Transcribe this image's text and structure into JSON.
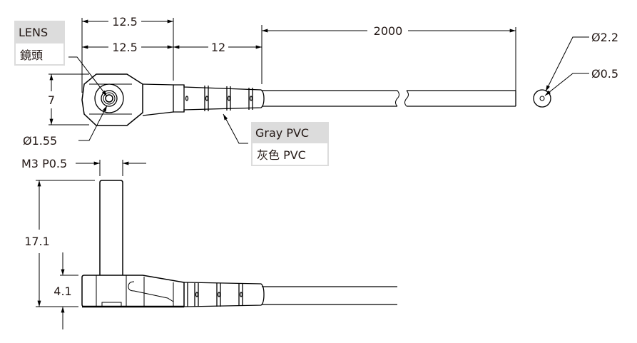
{
  "labels": {
    "lens_en": "LENS",
    "lens_zh": "鏡頭",
    "pvc_en": "Gray PVC",
    "pvc_zh": "灰色 PVC"
  },
  "dimensions": {
    "width_top": "12.5",
    "width_head": "12.5",
    "relief_length": "12",
    "cable_length": "2000",
    "head_height": "7",
    "lens_diameter": "Ø1.55",
    "thread": "M3 P0.5",
    "total_height": "17.1",
    "body_height": "4.1",
    "cable_diameter": "Ø2.2",
    "core_diameter": "Ø0.5"
  }
}
